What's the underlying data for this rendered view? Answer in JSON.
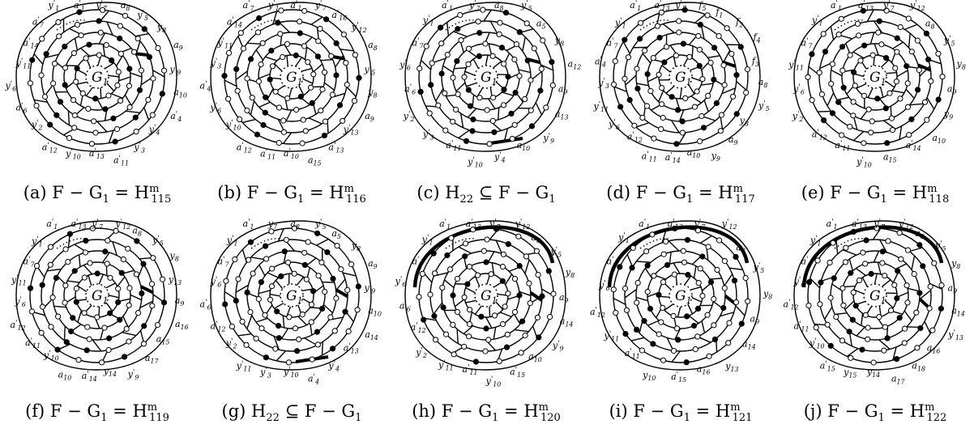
{
  "colors": {
    "ink": "#000000",
    "paper": "#ffffff"
  },
  "panels": [
    {
      "id": "a",
      "caption": "(a)  F − G",
      "cap_sub": "1",
      "rel": " = H",
      "sup": "m",
      "sub": "115",
      "center_label": "G",
      "center_sub": "1",
      "labels": [
        "a'14",
        "a'7",
        "y'1",
        "a'1",
        "y'7",
        "a8",
        "y'5",
        "y8",
        "a9",
        "y'9",
        "a10",
        "a'4",
        "y'4",
        "y'3",
        "a'11",
        "a'13",
        "y'10",
        "a'12",
        "y'2",
        "a'6",
        "y'6",
        "y'11"
      ]
    },
    {
      "id": "b",
      "caption": "(b)  F − G",
      "cap_sub": "1",
      "rel": " = H",
      "sup": "m",
      "sub": "116",
      "center_label": "G",
      "center_sub": "1",
      "labels": [
        "y'11",
        "a'14",
        "a'7",
        "y'1",
        "a'1",
        "y'7",
        "a'16",
        "y'12",
        "a8",
        "y'5",
        "y8",
        "a9",
        "y'13",
        "a'13",
        "a15",
        "a'10",
        "a'11",
        "a'12",
        "y'10",
        "y'6",
        "a'4",
        "y'3"
      ]
    },
    {
      "id": "c",
      "caption": "(c)  H",
      "cap_sub": "22",
      "rel": " ⊆ F − G",
      "sup": "",
      "sub": "1",
      "center_label": "G",
      "center_sub": "1",
      "labels": [
        "a'7",
        "y'1",
        "a'1",
        "y'7",
        "a8",
        "y'5",
        "a5",
        "y8",
        "a12",
        "a9",
        "a13",
        "y'9",
        "a10",
        "y'4",
        "y'10",
        "a'11",
        "y'3",
        "y'2",
        "a'6",
        "y'6"
      ]
    },
    {
      "id": "d",
      "caption": "(d)  F − G",
      "cap_sub": "1",
      "rel": " = H",
      "sup": "m",
      "sub": "117",
      "center_label": "G",
      "center_sub": "1",
      "labels": [
        "a'7",
        "y'1",
        "a'1",
        "a'13",
        "y'7",
        "f5",
        "f1",
        "f2",
        "f4",
        "f3",
        "a8",
        "y'5",
        "y8",
        "a9",
        "y9",
        "a10",
        "a'14",
        "a'11",
        "a'12",
        "y'6",
        "y'11",
        "y'3",
        "a'4"
      ]
    },
    {
      "id": "e",
      "caption": "(e)  F − G",
      "cap_sub": "1",
      "rel": " = H",
      "sup": "m",
      "sub": "118",
      "center_label": "G",
      "center_sub": "1",
      "labels": [
        "a'7",
        "y'1",
        "a'1",
        "a'13",
        "y'7",
        "y'12",
        "a8",
        "y'5",
        "y8",
        "a9",
        "y9",
        "a10",
        "a'14",
        "a15",
        "y'10",
        "a'11",
        "a'12",
        "y'2",
        "y'6",
        "y'11"
      ]
    },
    {
      "id": "f",
      "caption": "(f)  F − G",
      "cap_sub": "1",
      "rel": " = H",
      "sup": "m",
      "sub": "119",
      "center_label": "G",
      "center_sub": "1",
      "labels": [
        "a'7",
        "y'1",
        "a'1",
        "a'13",
        "y'7",
        "y'12",
        "a8",
        "y'5",
        "y8",
        "y13",
        "a9",
        "a16",
        "a15",
        "a17",
        "y'9",
        "y14",
        "a'14",
        "a10",
        "y'10",
        "a'11",
        "a'12",
        "y'6",
        "y'11"
      ]
    },
    {
      "id": "g",
      "caption": "(g)  H",
      "cap_sub": "22",
      "rel": " ⊆ F − G",
      "sup": "",
      "sub": "1",
      "center_label": "G",
      "center_sub": "1",
      "labels": [
        "a'7",
        "y'1",
        "a'1",
        "y7",
        "a8",
        "y'5",
        "a5",
        "y8",
        "a9",
        "y'9",
        "a10",
        "a14",
        "a'13",
        "y'4",
        "a'4",
        "y'10",
        "y'3",
        "y'11",
        "y'2",
        "a'12",
        "a'6",
        "y'6"
      ]
    },
    {
      "id": "h",
      "caption": "(h)  F − G",
      "cap_sub": "1",
      "rel": " = H",
      "sup": "m",
      "sub": "120",
      "center_label": "G",
      "center_sub": "1",
      "labels": [
        "a'7",
        "y'1",
        "a'1",
        "a'13",
        "y'7",
        "y'12",
        "a8",
        "y'5",
        "y8",
        "a9",
        "a14",
        "y'9",
        "a10",
        "a'15",
        "y'10",
        "a'11",
        "y'11",
        "y'2",
        "a'12",
        "a'6",
        "y'6"
      ]
    },
    {
      "id": "i",
      "caption": "(i)  F − G",
      "cap_sub": "1",
      "rel": " = H",
      "sup": "m",
      "sub": "121",
      "center_label": "G",
      "center_sub": "1",
      "labels": [
        "a'7",
        "y'1",
        "a'1",
        "a'13",
        "y'7",
        "y'12",
        "a8",
        "y'5",
        "y8",
        "a9",
        "a14",
        "y13",
        "a16",
        "a'15",
        "y10",
        "a'11",
        "y'11",
        "a'12",
        "y'6"
      ]
    },
    {
      "id": "j",
      "caption": "(j)  F − G",
      "cap_sub": "1",
      "rel": " = H",
      "sup": "m",
      "sub": "122",
      "center_label": "G",
      "center_sub": "1",
      "labels": [
        "a'7",
        "y'1",
        "a'1",
        "a'13",
        "y'7",
        "y'12",
        "a8",
        "y'5",
        "y8",
        "a9",
        "a14",
        "y'13",
        "a16",
        "a18",
        "a17",
        "y14",
        "y15",
        "a'15",
        "y'10",
        "a'11",
        "a'12",
        "y'6"
      ]
    }
  ]
}
